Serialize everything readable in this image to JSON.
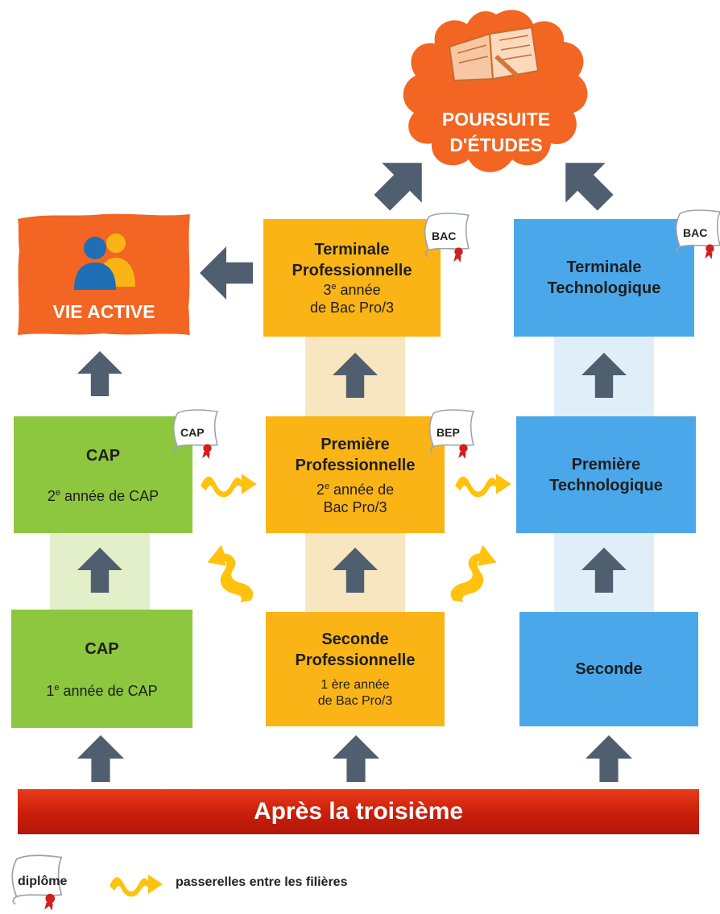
{
  "poursuite": {
    "line1": "POURSUITE",
    "line2": "D'ÉTUDES"
  },
  "vie_active": {
    "label": "VIE ACTIVE"
  },
  "cap2": {
    "title": "CAP",
    "year_num": "2",
    "year_sup": "e",
    "year_rest": " année de CAP",
    "diploma": "CAP"
  },
  "cap1": {
    "title": "CAP",
    "year_num": "1",
    "year_sup": "e",
    "year_rest": " année de CAP"
  },
  "terminale_pro": {
    "title1": "Terminale",
    "title2": "Professionnelle",
    "year_num": "3",
    "year_sup": "e",
    "year_rest": " année",
    "line2": "de Bac Pro/3",
    "diploma": "BAC"
  },
  "premiere_pro": {
    "title1": "Première",
    "title2": "Professionnelle",
    "year_num": "2",
    "year_sup": "e",
    "year_rest": " année de",
    "line2": "Bac Pro/3",
    "diploma": "BEP"
  },
  "seconde_pro": {
    "title1": "Seconde",
    "title2": "Professionnelle",
    "line1": "1 ère année",
    "line2": "de Bac Pro/3"
  },
  "terminale_techno": {
    "title1": "Terminale",
    "title2": "Technologique",
    "diploma": "BAC"
  },
  "premiere_techno": {
    "title1": "Première",
    "title2": "Technologique"
  },
  "seconde": {
    "title": "Seconde"
  },
  "base": {
    "label": "Après la troisième"
  },
  "legend": {
    "diploma": "diplôme",
    "passerelles": "passerelles entre les filières"
  },
  "colors": {
    "cap": "#8dc63f",
    "pro": "#fbb416",
    "techno": "#4aa8ea",
    "arrow": "#4f5f6f",
    "cloud": "#f26522",
    "base": "#d4260f",
    "passerelle": "#ffc20e"
  },
  "icons": {
    "diploma": "diploma-scroll-icon",
    "people": "people-icon",
    "book": "open-book-icon",
    "wave": "wave-arrow-icon"
  }
}
